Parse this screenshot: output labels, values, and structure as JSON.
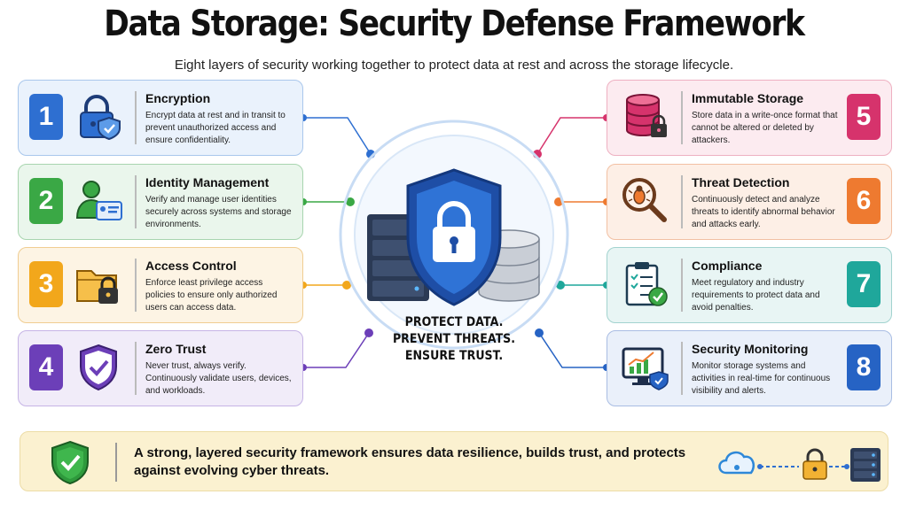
{
  "header": {
    "title": "Data Storage: Security Defense Framework",
    "subtitle": "Eight layers of security working together to protect data at rest and across the storage lifecycle."
  },
  "layers": [
    {
      "number": "1",
      "title": "Encryption",
      "description": "Encrypt data at rest and in transit to prevent unauthorized access and ensure confidentiality.",
      "icon": "padlock-shield-icon",
      "color": "#2e6fd1"
    },
    {
      "number": "2",
      "title": "Identity Management",
      "description": "Verify and manage user identities securely across systems and storage environments.",
      "icon": "user-id-card-icon",
      "color": "#3aa845"
    },
    {
      "number": "3",
      "title": "Access Control",
      "description": "Enforce least privilege access policies to ensure only authorized users can access data.",
      "icon": "folder-lock-icon",
      "color": "#f2a71b"
    },
    {
      "number": "4",
      "title": "Zero Trust",
      "description": "Never trust, always verify. Continuously validate users, devices, and workloads.",
      "icon": "shield-check-icon",
      "color": "#6c3fb8"
    },
    {
      "number": "5",
      "title": "Immutable Storage",
      "description": "Store data in a write-once format that cannot be altered or deleted by attackers.",
      "icon": "database-lock-icon",
      "color": "#d6336c"
    },
    {
      "number": "6",
      "title": "Threat Detection",
      "description": "Continuously detect and analyze threats to identify abnormal behavior and attacks early.",
      "icon": "magnifier-bug-icon",
      "color": "#ee7a30"
    },
    {
      "number": "7",
      "title": "Compliance",
      "description": "Meet regulatory and industry requirements to protect data and avoid penalties.",
      "icon": "clipboard-check-icon",
      "color": "#1fa79b"
    },
    {
      "number": "8",
      "title": "Security Monitoring",
      "description": "Monitor storage systems and activities in real-time for continuous visibility and alerts.",
      "icon": "monitor-chart-icon",
      "color": "#2663c4"
    }
  ],
  "center": {
    "line1": "PROTECT DATA.",
    "line2": "PREVENT THREATS.",
    "line3": "ENSURE TRUST."
  },
  "footer": {
    "text": "A strong, layered security framework ensures data resilience, builds trust, and protects against evolving cyber threats."
  }
}
